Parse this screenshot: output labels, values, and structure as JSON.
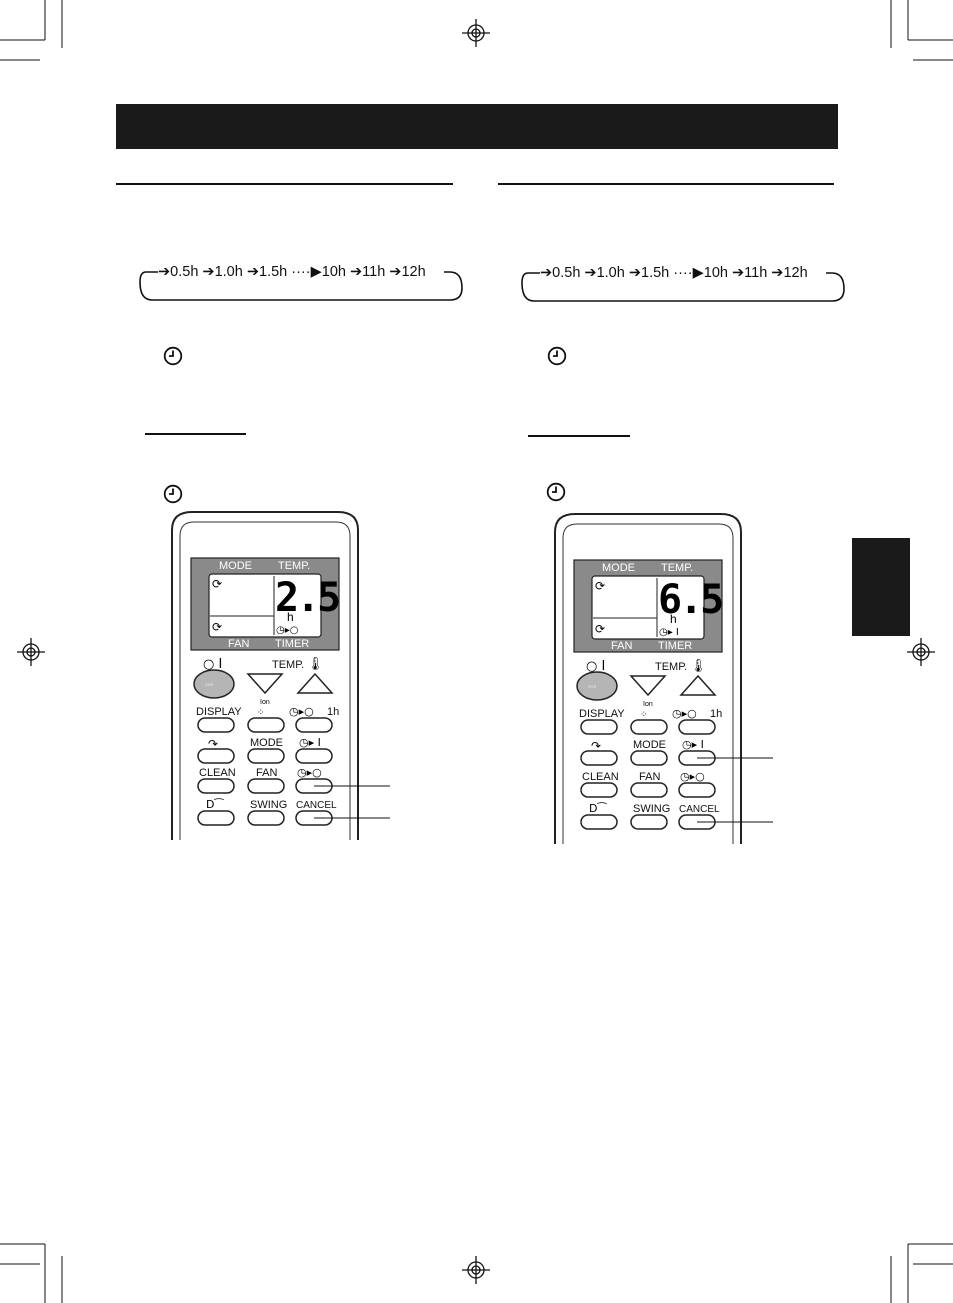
{
  "timer_sequence": [
    "0.5h",
    "1.0h",
    "1.5h",
    "10h",
    "11h",
    "12h"
  ],
  "remotes": [
    {
      "display_value": "2.5",
      "display_unit": "h",
      "display_labels": {
        "mode": "MODE",
        "temp": "TEMP.",
        "fan": "FAN",
        "timer": "TIMER"
      },
      "temp_label": "TEMP.",
      "buttons": {
        "display": "DISPLAY",
        "ion": "Ion",
        "one_h": "1h",
        "mode": "MODE",
        "clean": "CLEAN",
        "fan": "FAN",
        "swing": "SWING",
        "cancel": "CANCEL"
      }
    },
    {
      "display_value": "6.5",
      "display_unit": "h",
      "display_labels": {
        "mode": "MODE",
        "temp": "TEMP.",
        "fan": "FAN",
        "timer": "TIMER"
      },
      "temp_label": "TEMP.",
      "buttons": {
        "display": "DISPLAY",
        "ion": "Ion",
        "one_h": "1h",
        "mode": "MODE",
        "clean": "CLEAN",
        "fan": "FAN",
        "swing": "SWING",
        "cancel": "CANCEL"
      }
    }
  ]
}
